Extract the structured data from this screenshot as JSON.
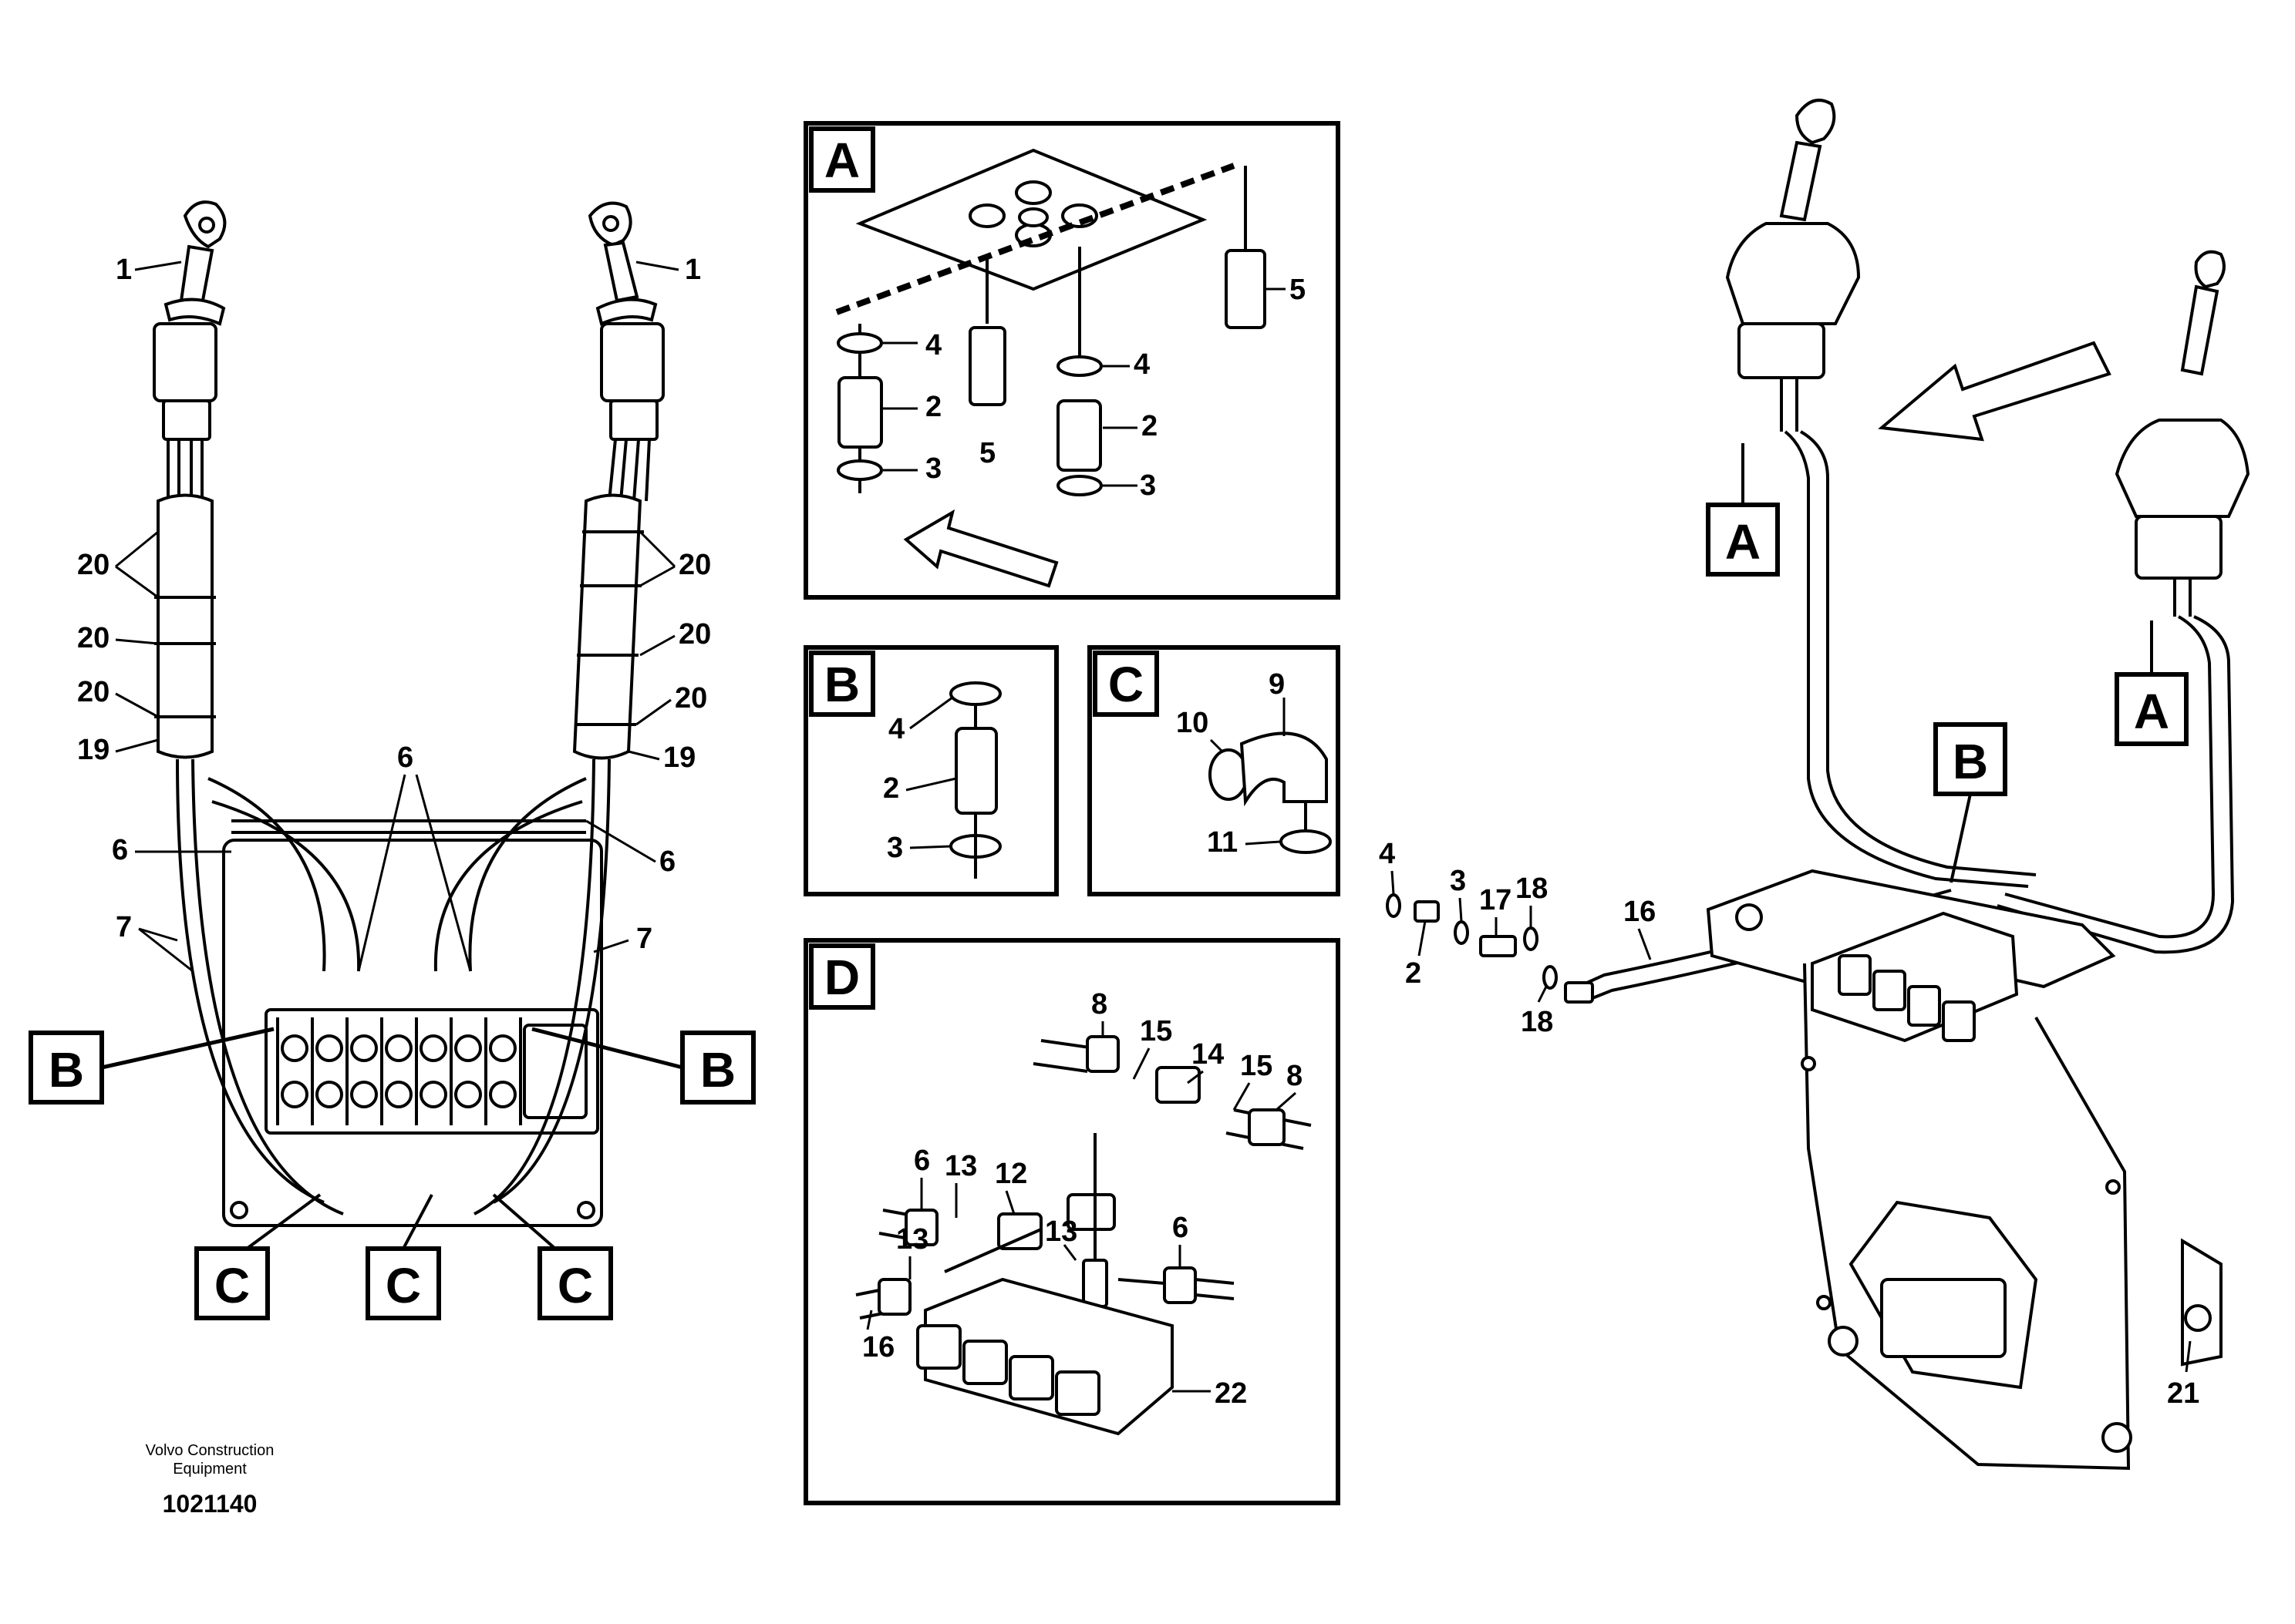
{
  "footer": {
    "company_line1": "Volvo Construction",
    "company_line2": "Equipment",
    "drawing_number": "1021140"
  },
  "detail_boxes": {
    "a": "A",
    "b": "B",
    "c": "C",
    "d": "D"
  },
  "callout_boxes": {
    "b": "B",
    "c": "C",
    "a": "A"
  },
  "parts": {
    "p1": "1",
    "p2": "2",
    "p3": "3",
    "p4": "4",
    "p5": "5",
    "p6": "6",
    "p7": "7",
    "p8": "8",
    "p9": "9",
    "p10": "10",
    "p11": "11",
    "p12": "12",
    "p13": "13",
    "p14": "14",
    "p15": "15",
    "p16": "16",
    "p17": "17",
    "p18": "18",
    "p19": "19",
    "p20": "20",
    "p21": "21",
    "p22": "22"
  }
}
